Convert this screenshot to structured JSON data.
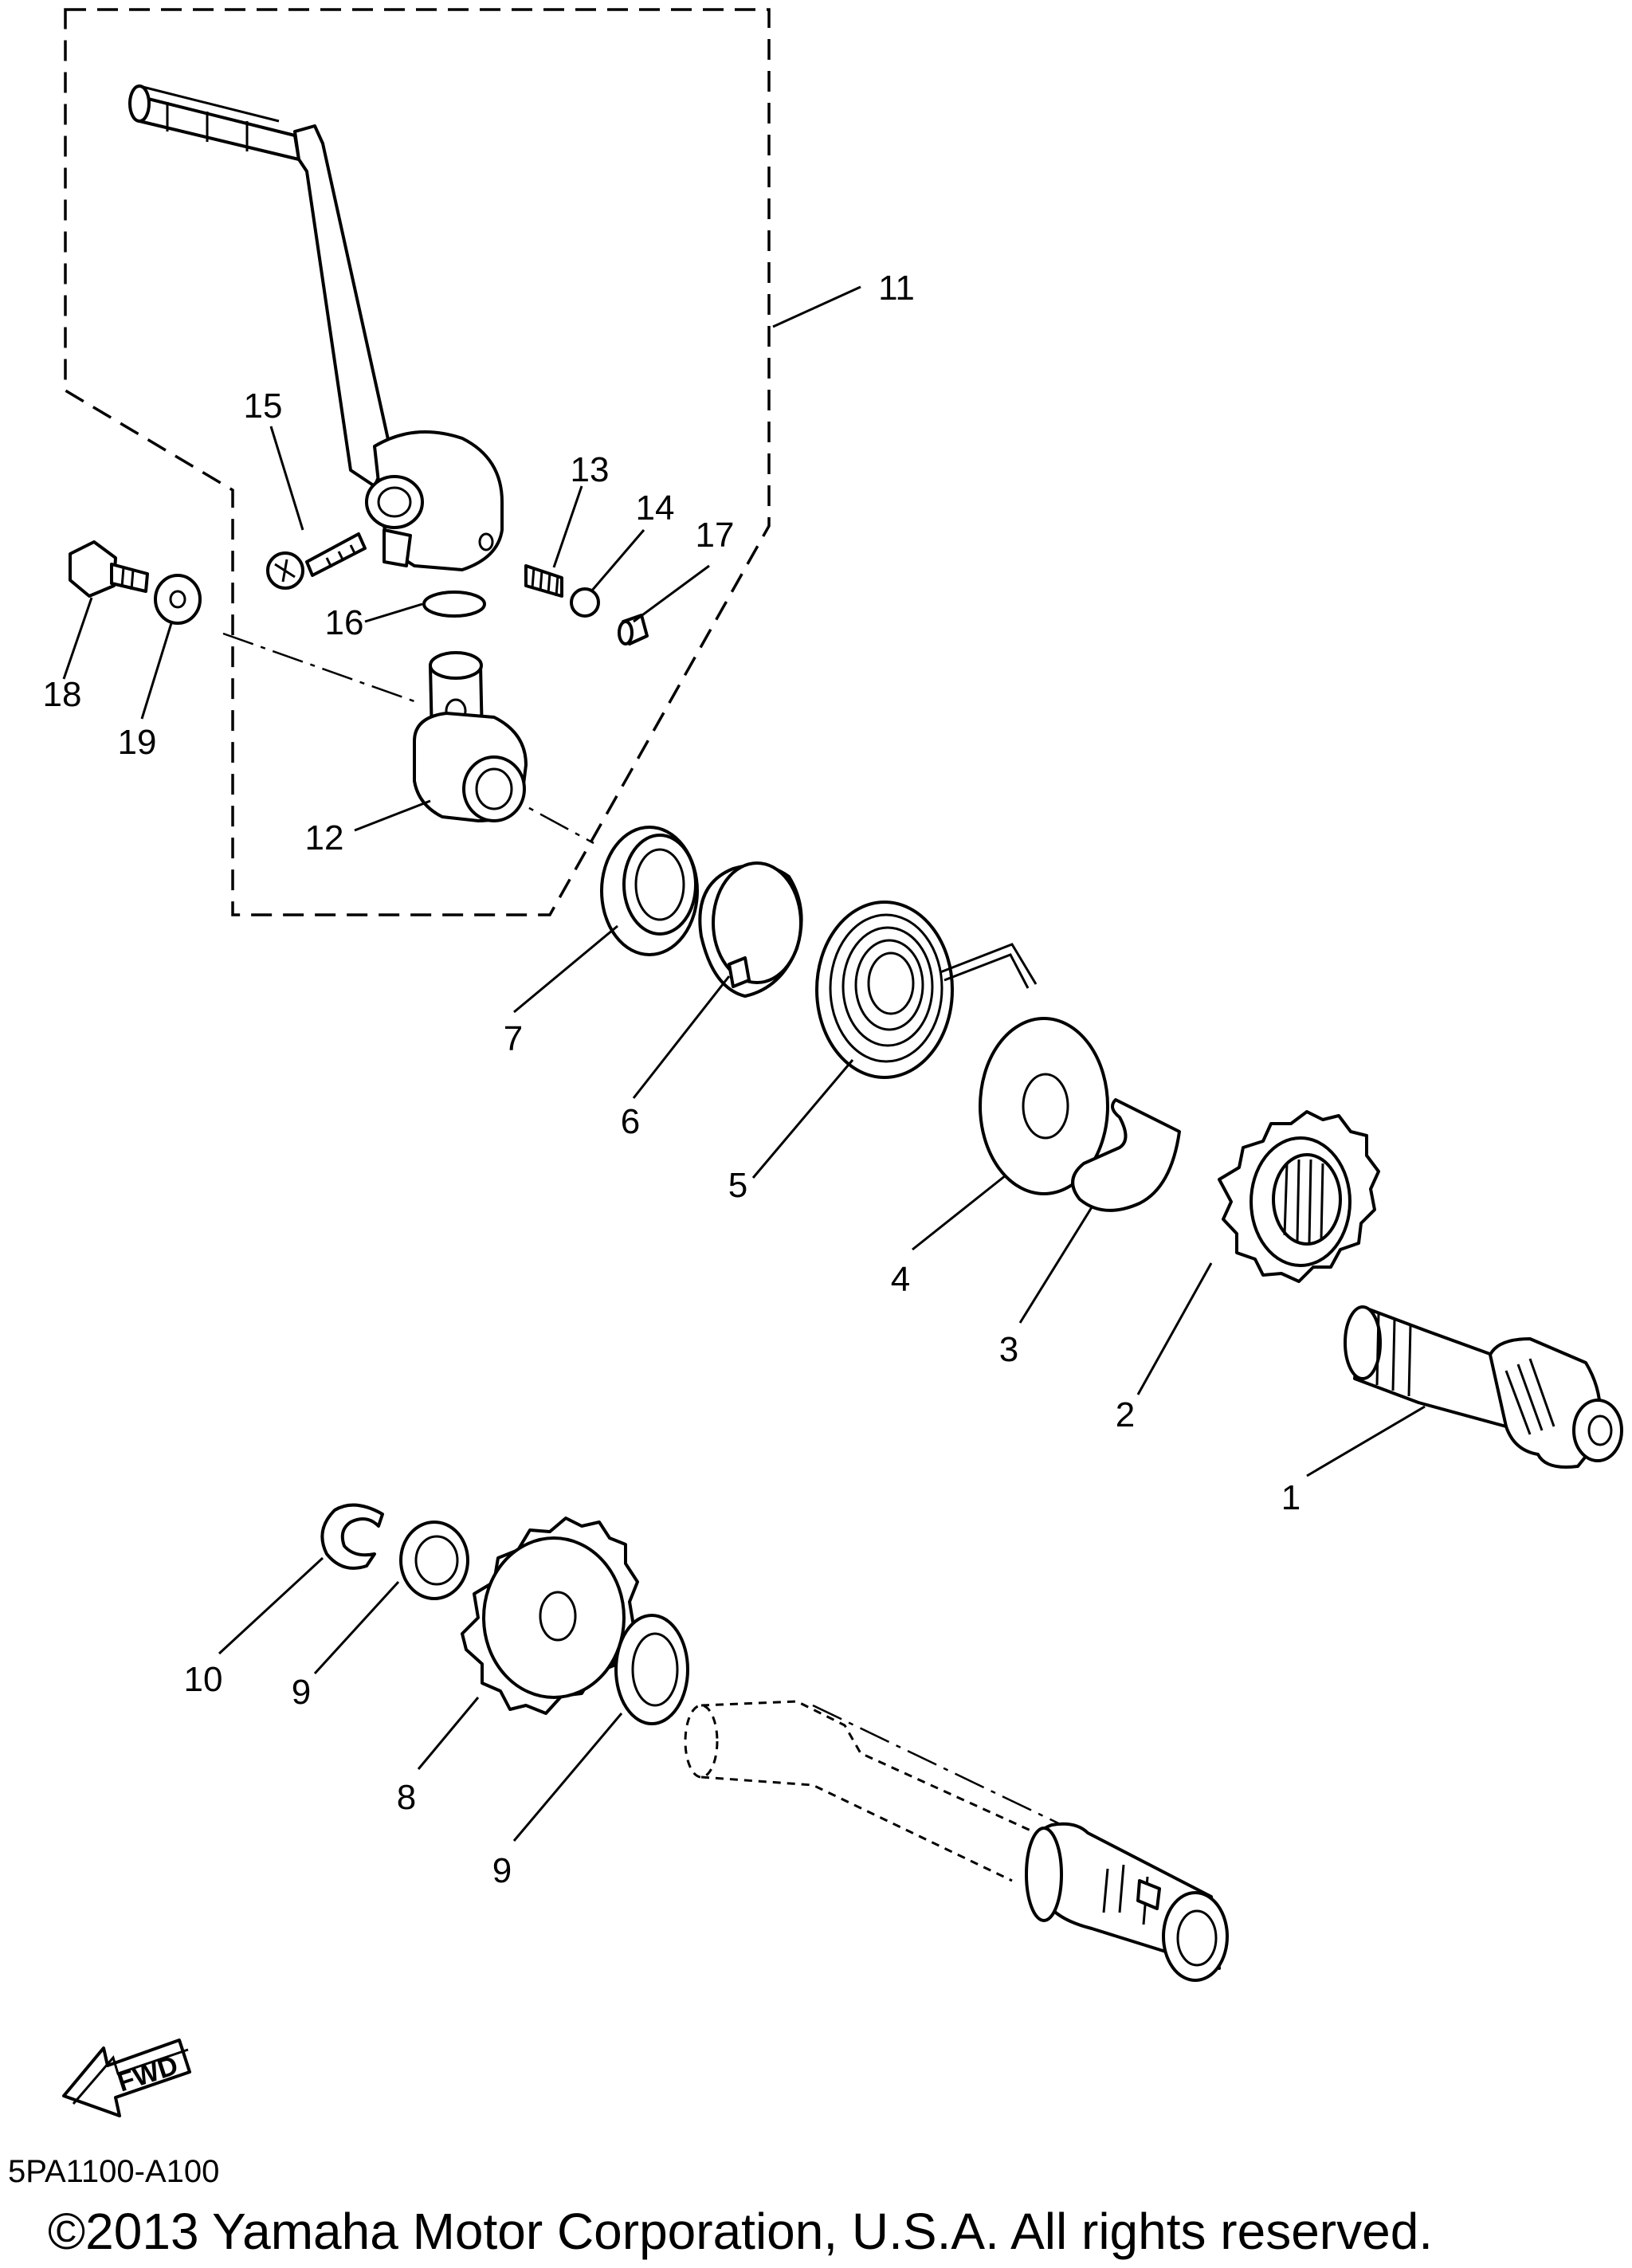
{
  "labels": {
    "p1": "1",
    "p2": "2",
    "p3": "3",
    "p4": "4",
    "p5": "5",
    "p6": "6",
    "p7": "7",
    "p8": "8",
    "p9a": "9",
    "p9b": "9",
    "p10": "10",
    "p11": "11",
    "p12": "12",
    "p13": "13",
    "p14": "14",
    "p15": "15",
    "p16": "16",
    "p17": "17",
    "p18": "18",
    "p19": "19"
  },
  "fwd_text": "FWD",
  "diagram_code": "5PA1100-A100",
  "copyright": "©2013 Yamaha Motor Corporation, U.S.A. All rights reserved."
}
